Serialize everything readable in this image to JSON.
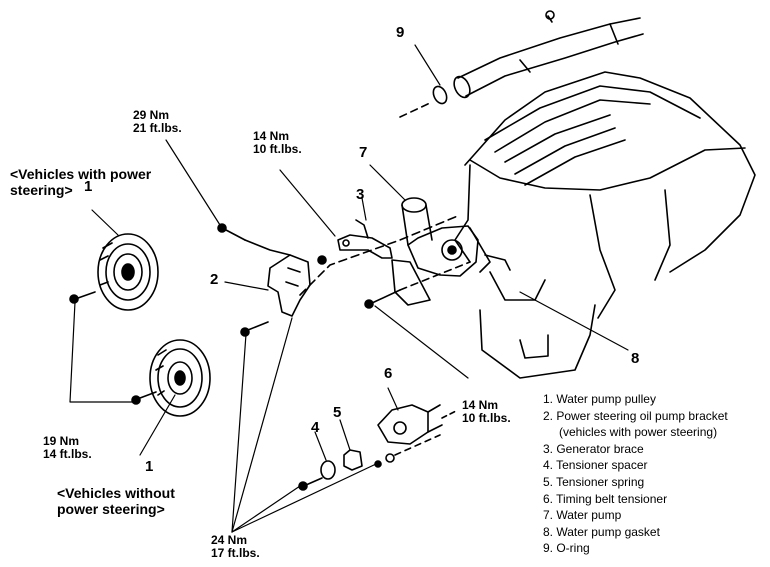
{
  "callouts": {
    "c1a": "1",
    "c1b": "1",
    "c2": "2",
    "c3": "3",
    "c4": "4",
    "c5": "5",
    "c6": "6",
    "c7": "7",
    "c8": "8",
    "c9": "9"
  },
  "torque": {
    "t1_nm": "29 Nm",
    "t1_ft": "21 ft.lbs.",
    "t2_nm": "14 Nm",
    "t2_ft": "10 ft.lbs.",
    "t3_nm": "14 Nm",
    "t3_ft": "10 ft.lbs.",
    "t4_nm": "19 Nm",
    "t4_ft": "14 ft.lbs.",
    "t5_nm": "24 Nm",
    "t5_ft": "17 ft.lbs."
  },
  "groups": {
    "with_ps_1": "<Vehicles with power",
    "with_ps_2": "steering>",
    "without_ps_1": "<Vehicles without",
    "without_ps_2": "power steering>"
  },
  "legend": [
    "1. Water pump pulley",
    "2. Power steering oil pump bracket",
    "(vehicles with power steering)",
    "3. Generator brace",
    "4. Tensioner spacer",
    "5. Tensioner spring",
    "6. Timing belt tensioner",
    "7. Water pump",
    "8. Water pump gasket",
    "9. O-ring"
  ]
}
